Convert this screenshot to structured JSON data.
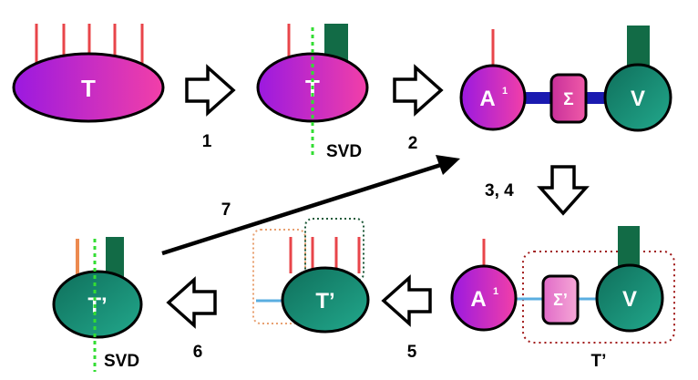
{
  "nodes": {
    "t_initial": "T",
    "t_split": "T",
    "a_top": "A",
    "a_top_sup": "1",
    "sigma_top": "Σ",
    "v_top": "V",
    "a_bottom": "A",
    "a_bottom_sup": "1",
    "sigma_bottom": "Σ’",
    "v_bottom": "V",
    "t_prime_mid": "T’",
    "t_prime_left": "T’"
  },
  "labels": {
    "svd_top": "SVD",
    "svd_bottom": "SVD",
    "t_prime_group": "T’"
  },
  "steps": {
    "s1": "1",
    "s2": "2",
    "s34": "3, 4",
    "s5": "5",
    "s6": "6",
    "s7": "7"
  },
  "colors": {
    "magenta_start": "#9b19e0",
    "magenta_end": "#f23fa8",
    "teal_start": "#0f6f5b",
    "teal_end": "#1fa086",
    "red_leg": "#e8454a",
    "dark_green_leg": "#126b46",
    "blue_bond": "#1a1ab0",
    "light_blue_bond": "#5aaee0",
    "svd_line": "#33dd33",
    "orange_leg": "#ec8a50",
    "red_dotted": "#a01818",
    "green_dotted": "#1f5a3a",
    "orange_dotted": "#e8a070"
  }
}
